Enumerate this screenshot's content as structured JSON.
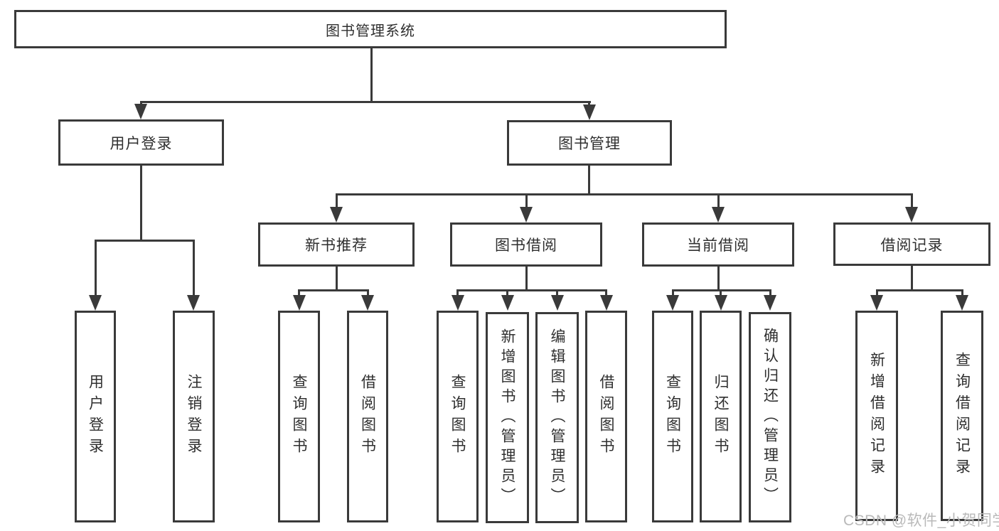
{
  "nodes": {
    "root": "图书管理系统",
    "user_login": "用户登录",
    "book_management": "图书管理",
    "new_book_recommend": "新书推荐",
    "book_borrow": "图书借阅",
    "current_borrow": "当前借阅",
    "borrow_records": "借阅记录"
  },
  "leaves": {
    "user_login": "用户登录",
    "logout_login": "注销登录",
    "nb_query_books": "查询图书",
    "nb_borrow_books": "借阅图书",
    "bb_query_books": "查询图书",
    "bb_add_books": "新增图书（管理员）",
    "bb_edit_books": "编辑图书（管理员）",
    "bb_borrow_books": "借阅图书",
    "cb_query_books": "查询图书",
    "cb_return_books": "归还图书",
    "cb_confirm_return": "确认归还（管理员）",
    "br_add_record": "新增借阅记录",
    "br_query_record": "查询借阅记录"
  },
  "watermark": {
    "text": "CSDN @软件_小贺同学"
  },
  "colors": {
    "line": "#3a3a3a",
    "box_border": "#3a3a3a",
    "text": "#2f2f2f",
    "watermark": "#b9b9b9",
    "background": "#ffffff"
  }
}
